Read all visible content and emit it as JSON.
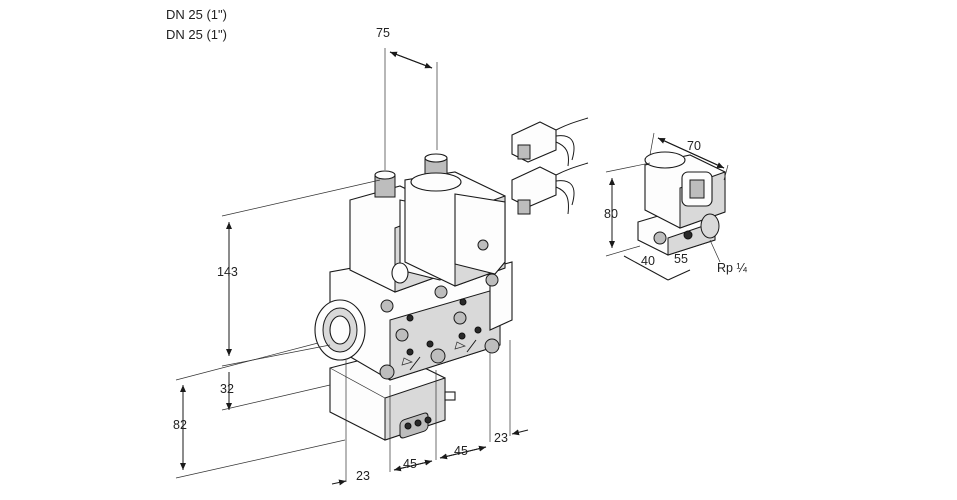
{
  "header": {
    "line1": "DN 25 (1\")",
    "line2": "DN 25 (1\")"
  },
  "dimensions": {
    "top_width": "75",
    "height_total": "143",
    "height_mid": "32",
    "height_lower": "82",
    "bottom_1": "23",
    "bottom_2": "45",
    "bottom_3": "45",
    "bottom_4": "23",
    "side_width": "70",
    "side_height": "80",
    "side_depth_1": "40",
    "side_depth_2": "55",
    "port_label": "Rp ¼"
  }
}
